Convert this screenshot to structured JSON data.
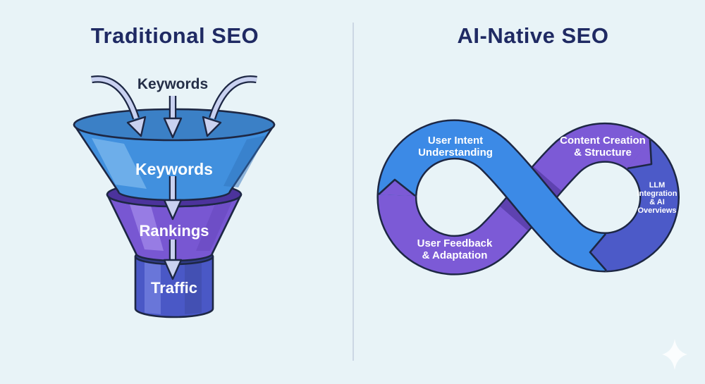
{
  "left_panel": {
    "title": "Traditional SEO",
    "input_label": "Keywords",
    "stages": [
      {
        "label": "Keywords",
        "color": "#4190DE"
      },
      {
        "label": "Rankings",
        "color": "#7857D2"
      },
      {
        "label": "Traffic",
        "color": "#4A58C6"
      }
    ]
  },
  "right_panel": {
    "title": "AI-Native SEO",
    "stages": [
      {
        "label": "User Intent Understanding",
        "lines": [
          "User Intent",
          "Understanding"
        ],
        "color": "#3C8AE6"
      },
      {
        "label": "Content Creation & Structure",
        "lines": [
          "Content Creation",
          "& Structure"
        ],
        "color": "#7C5AD6"
      },
      {
        "label": "LLM Integration & AI Overviews",
        "lines": [
          "LLM",
          "Integration",
          "& AI",
          "Overviews"
        ],
        "color": "#4C5AC8"
      },
      {
        "label": "User Feedback & Adaptation",
        "lines": [
          "User Feedback",
          "& Adaptation"
        ],
        "color": "#7C5AD6"
      }
    ]
  },
  "colors": {
    "background": "#E8F3F7",
    "outline": "#1D2744",
    "title_text": "#1F2A63",
    "label_text": "#242E47",
    "stage_text": "#FFFFFF",
    "arrow_fill": "#C9D1F0",
    "funnel_blue": "#4190DE",
    "funnel_blue_top": "#3B80C6",
    "funnel_blue_highlight": "#7CB8EE",
    "funnel_purple": "#7857D2",
    "funnel_purple_rim": "#4C339C",
    "funnel_purple_highlight": "#9F86E8",
    "funnel_indigo": "#4A58C6",
    "funnel_indigo_rim": "#313C88",
    "funnel_indigo_highlight": "#6E7BDC",
    "loop_blue": "#3C8AE6",
    "loop_purple": "#7C5AD6",
    "loop_purple_shadow": "#5E42B0",
    "loop_indigo": "#4C5AC8",
    "divider": "#C3CEDE",
    "sparkle": "#FFFFFF"
  },
  "decorations": {
    "sparkle_icon": "four-point-star"
  }
}
